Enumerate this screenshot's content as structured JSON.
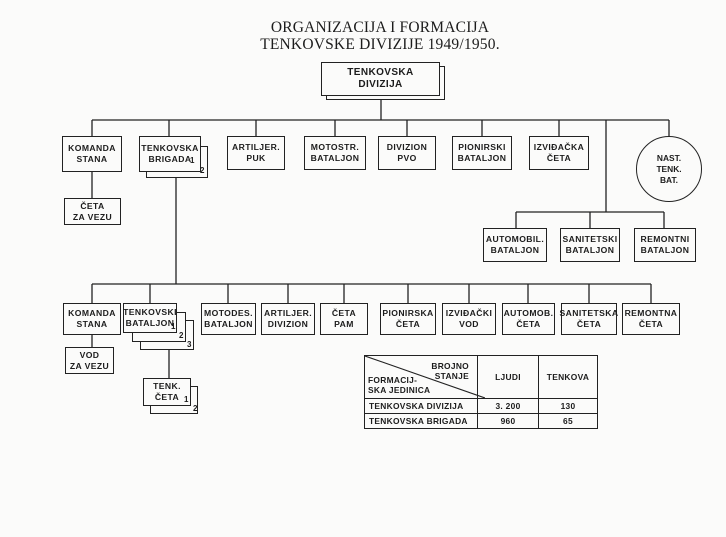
{
  "title": {
    "line1": "ORGANIZACIJA I FORMACIJA",
    "line2": "TENKOVSKE DIVIZIJE 1949/1950."
  },
  "root": "TENKOVSKA\nDIVIZIJA",
  "division_units": [
    "KOMANDA\nSTANA",
    "TENKOVSKA\nBRIGADA",
    "ARTILJER.\nPUK",
    "MOTOSTR.\nBATALJON",
    "DIVIZION\nPVO",
    "PIONIRSKI\nBATALJON",
    "IZVIĐAČKA\nČETA",
    "NAST.\nTENK.\nBAT."
  ],
  "brigade_indices": [
    "1",
    "2"
  ],
  "commands_sub": "ČETA\nZA VEZU",
  "support_units": [
    "AUTOMOBIL.\nBATALJON",
    "SANITETSKI\nBATALJON",
    "REMONTNI\nBATALJON"
  ],
  "brigade_units": [
    "KOMANDA\nSTANA",
    "TENKOVSKI\nBATALJON",
    "MOTODES.\nBATALJON",
    "ARTILJER.\nDIVIZION",
    "ČETA\nPAM",
    "PIONIRSKA\nČETA",
    "IZVIĐAČKI\nVOD",
    "AUTOMOB.\nČETA",
    "SANITETSKA\nČETA",
    "REMONTNA\nČETA"
  ],
  "battalion_indices": [
    "1",
    "2",
    "3"
  ],
  "brigade_command_sub": "VOD\nZA VEZU",
  "tank_company": "TENK.\nČETA",
  "tank_company_indices": [
    "1",
    "2"
  ],
  "table": {
    "header_top": "BROJNO\nSTANJE",
    "header_bottom": "FORMACIJ-\nSKA JEDINICA",
    "col_people": "LJUDI",
    "col_tanks": "TENKOVA",
    "rows": [
      {
        "unit": "TENKOVSKA DIVIZIJA",
        "people": "3. 200",
        "tanks": "130"
      },
      {
        "unit": "TENKOVSKA BRIGADA",
        "people": "960",
        "tanks": "65"
      }
    ]
  }
}
